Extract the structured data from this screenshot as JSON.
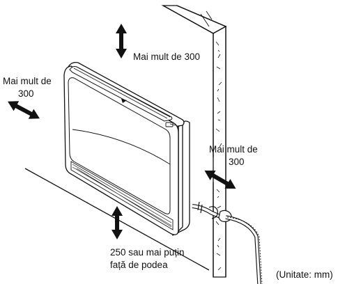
{
  "labels": {
    "top_clearance": "Mai mult de 300",
    "left_clearance_line1": "Mai mult de",
    "left_clearance_line2": "300",
    "right_clearance_line1": "Mai mult de",
    "right_clearance_line2": "300",
    "floor_clearance_line1": "250 sau mai puțin",
    "floor_clearance_line2": "față de podea",
    "unit_note": "(Unitate: mm)"
  }
}
